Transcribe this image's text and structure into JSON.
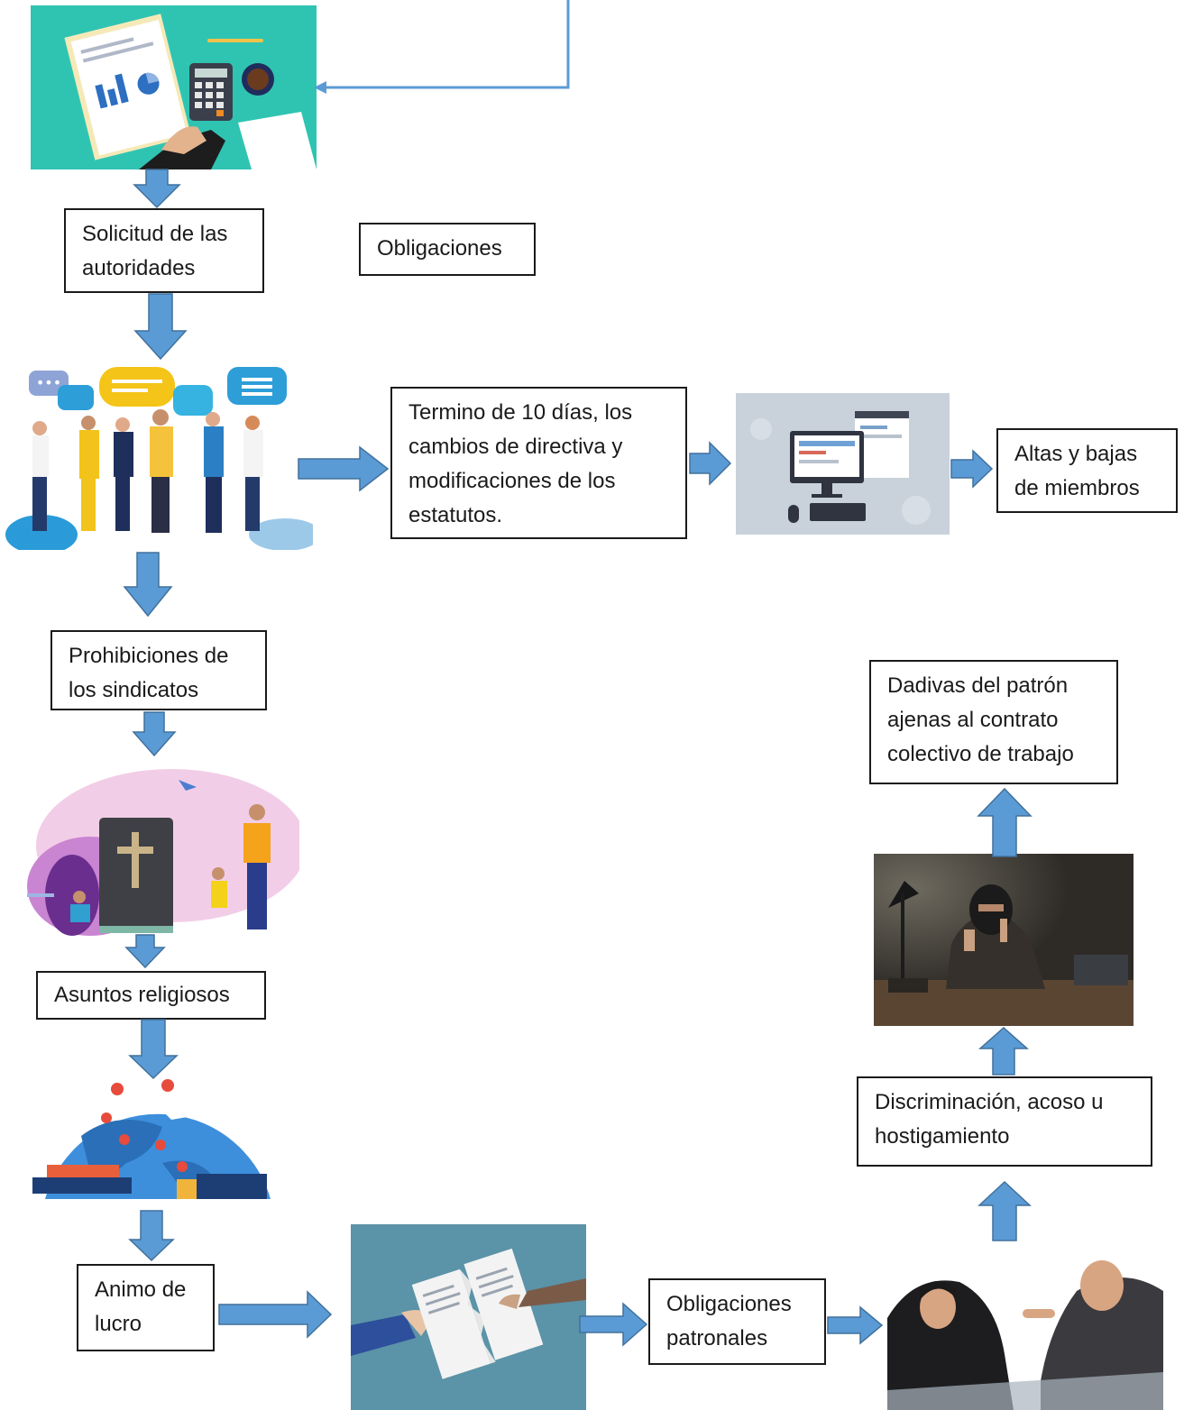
{
  "boxes": {
    "solicitud": [
      "Solicitud de las",
      "autoridades"
    ],
    "obligaciones": [
      "Obligaciones"
    ],
    "termino": [
      "Termino de 10 días, los",
      "cambios de directiva y",
      "modificaciones de los",
      "estatutos."
    ],
    "altas": [
      "Altas y bajas",
      "de miembros"
    ],
    "prohibiciones": [
      "Prohibiciones de",
      "los sindicatos"
    ],
    "asuntos": [
      "Asuntos religiosos"
    ],
    "animo": [
      "Animo de",
      "lucro"
    ],
    "patronales": [
      "Obligaciones",
      "patronales"
    ],
    "discriminacion": [
      "Discriminación, acoso u",
      "hostigamiento"
    ],
    "dadivas": [
      "Dadivas del patrón",
      "ajenas al contrato",
      "colectivo de trabajo"
    ]
  },
  "colors": {
    "arrow": "#5B9BD5",
    "arrow_edge": "#41719C",
    "connector": "#5B9BD5"
  }
}
